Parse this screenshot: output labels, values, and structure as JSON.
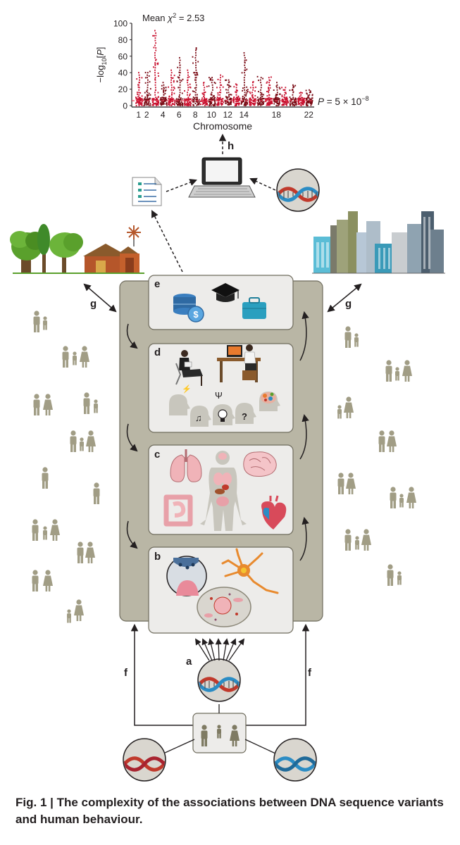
{
  "manhattan": {
    "title": "Mean χ² = 2.53",
    "title_prefix": "Mean",
    "title_chi": "χ",
    "title_sup": "2",
    "title_suffix": " = 2.53",
    "ylabel": "−log10[P]",
    "xlabel": "Chromosome",
    "threshold_label": "P = 5 × 10−8",
    "threshold_prefix": "P",
    "threshold_mid": " = 5 × 10",
    "threshold_exp": "−8",
    "y_ticks": [
      "0",
      "20",
      "40",
      "60",
      "80",
      "100"
    ],
    "x_ticks": [
      "1",
      "2",
      "4",
      "6",
      "8",
      "10",
      "12",
      "14",
      "18",
      "22"
    ]
  },
  "chart_data": {
    "type": "scatter",
    "title": "Mean χ² = 2.53",
    "xlabel": "Chromosome",
    "ylabel": "−log10[P]",
    "ylim": [
      0,
      100
    ],
    "x_tick_labels": [
      "1",
      "2",
      "4",
      "6",
      "8",
      "10",
      "12",
      "14",
      "18",
      "22"
    ],
    "threshold": {
      "label": "P = 5 × 10−8",
      "y": 7.3
    },
    "peaks": [
      {
        "chromosome": 1,
        "y": 40
      },
      {
        "chromosome": 2,
        "y": 42
      },
      {
        "chromosome": 3,
        "y": 93
      },
      {
        "chromosome": 4,
        "y": 30
      },
      {
        "chromosome": 5,
        "y": 45
      },
      {
        "chromosome": 6,
        "y": 58
      },
      {
        "chromosome": 7,
        "y": 43
      },
      {
        "chromosome": 8,
        "y": 72
      },
      {
        "chromosome": 9,
        "y": 28
      },
      {
        "chromosome": 10,
        "y": 34
      },
      {
        "chromosome": 11,
        "y": 38
      },
      {
        "chromosome": 12,
        "y": 32
      },
      {
        "chromosome": 13,
        "y": 27
      },
      {
        "chromosome": 14,
        "y": 65
      },
      {
        "chromosome": 15,
        "y": 30
      },
      {
        "chromosome": 16,
        "y": 36
      },
      {
        "chromosome": 17,
        "y": 35
      },
      {
        "chromosome": 18,
        "y": 28
      },
      {
        "chromosome": 19,
        "y": 22
      },
      {
        "chromosome": 20,
        "y": 25
      },
      {
        "chromosome": 21,
        "y": 16
      },
      {
        "chromosome": 22,
        "y": 20
      }
    ]
  },
  "labels": {
    "a": "a",
    "b": "b",
    "c": "c",
    "d": "d",
    "e": "e",
    "f": "f",
    "g": "g",
    "h": "h"
  },
  "caption": {
    "fig_label": "Fig. 1 |",
    "text": " The complexity of the associations between DNA sequence variants and human behaviour."
  },
  "colors": {
    "panel": "#b9b6a5",
    "tile": "#edecea",
    "person": "#a19d85",
    "snp_red": "#c8102e",
    "snp_dark": "#7a0a14",
    "dna_red": "#c0392b",
    "dna_blue": "#2b8cc4"
  }
}
